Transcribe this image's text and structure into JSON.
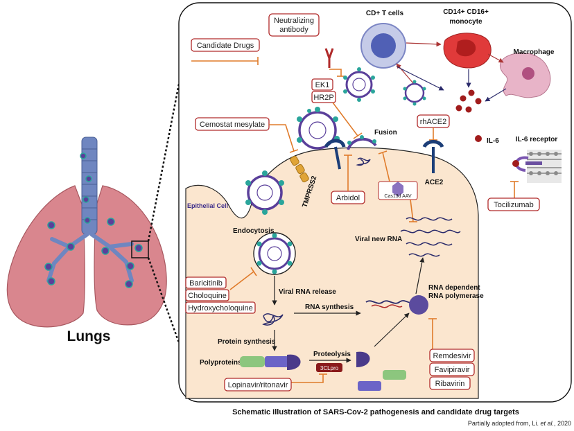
{
  "organ_label": "Lungs",
  "drugs": {
    "candidate": "Candidate Drugs",
    "neutralizing_1": "Neutralizing",
    "neutralizing_2": "antibody",
    "ek1": "EK1",
    "hr2p": "HR2P",
    "camostat": "Cemostat mesylate",
    "rhace2": "rhACE2",
    "arbidol": "Arbidol",
    "cas13d": "Cas13d AAV",
    "baricitinib": "Baricitinib",
    "chloroquine": "Choloquine",
    "hydroxychloroquine": "Hydroxycholoquine",
    "lopinavir": "Lopinavir/ritonavir",
    "remdesivir": "Remdesivir",
    "favipiravir": "Favipiravir",
    "ribavirin": "Ribavirin",
    "tocilizumab": "Tocilizumab"
  },
  "labels": {
    "cd4": "CD+ T cells",
    "monocyte_1": "CD14+ CD16+",
    "monocyte_2": "monocyte",
    "macrophage": "Macrophage",
    "il6": "IL-6",
    "il6r": "IL-6 receptor",
    "fusion": "Fusion",
    "tmprss2": "TMPRSS2",
    "ace2": "ACE2",
    "epithelial": "Epithelial Cell",
    "endocytosis": "Endocytosis",
    "viral_rna_release": "Viral RNA release",
    "rna_synthesis": "RNA synthesis",
    "viral_new_rna": "Viral new RNA",
    "rdrp_1": "RNA dependent",
    "rdrp_2": "RNA polymerase",
    "protein_synthesis": "Protein synthesis",
    "polyproteins": "Polyproteins",
    "proteolysis": "Proteolysis",
    "clpro": "3CLpro"
  },
  "caption": {
    "title": "Schematic Illustration of SARS-Cov-2 pathogenesis and candidate drug targets",
    "source_prefix": "Partially adopted from, Li. ",
    "source_italic": "et al.",
    "source_suffix": ", 2020"
  },
  "colors": {
    "drug_border": "#b02a2a",
    "inhibitor": "#e07b2a",
    "cell_fill": "#fbe6cf",
    "lung": "#d9868e",
    "airway": "#6f86c0",
    "virus": "#5a3f9a",
    "spike": "#2aa59b"
  }
}
